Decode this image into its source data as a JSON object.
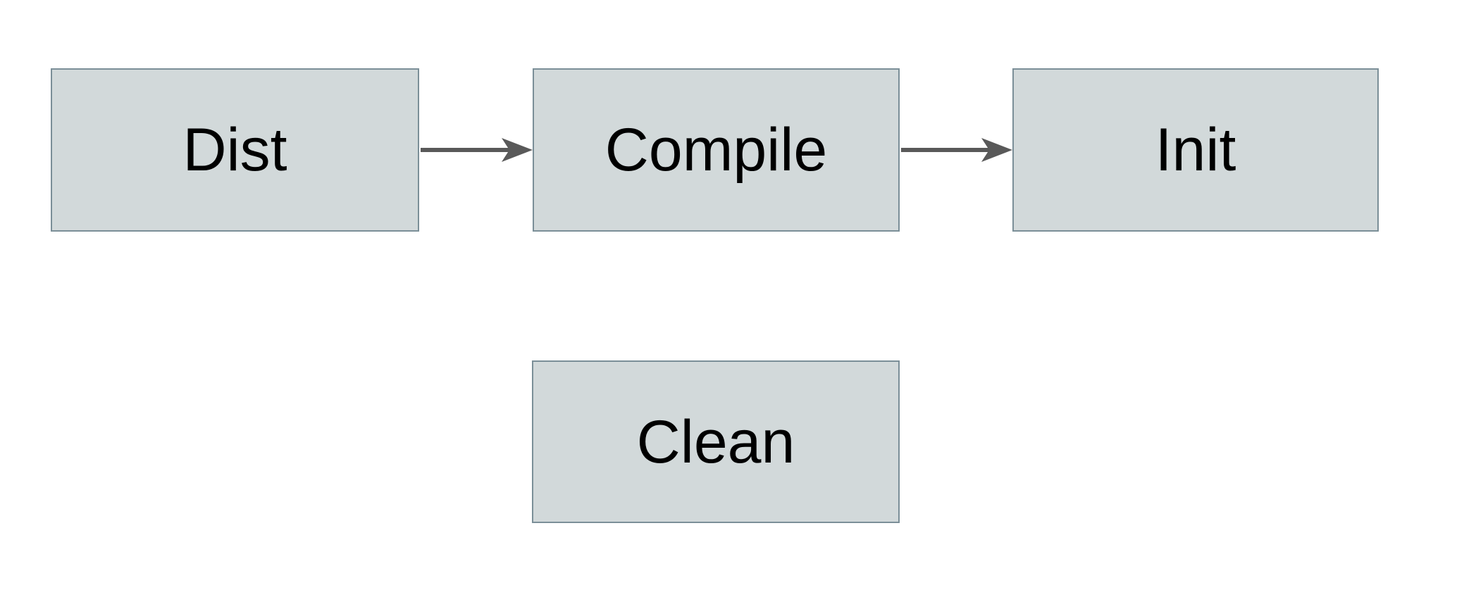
{
  "colors": {
    "background": "#ffffff",
    "node_fill": "#d2d9da",
    "node_border": "#7b8f98",
    "arrow": "#595959",
    "text": "#000000"
  },
  "nodes": {
    "dist": {
      "label": "Dist"
    },
    "compile": {
      "label": "Compile"
    },
    "init": {
      "label": "Init"
    },
    "clean": {
      "label": "Clean"
    }
  },
  "edges": [
    {
      "from": "Dist",
      "to": "Compile",
      "direction": "right"
    },
    {
      "from": "Compile",
      "to": "Init",
      "direction": "right"
    }
  ]
}
